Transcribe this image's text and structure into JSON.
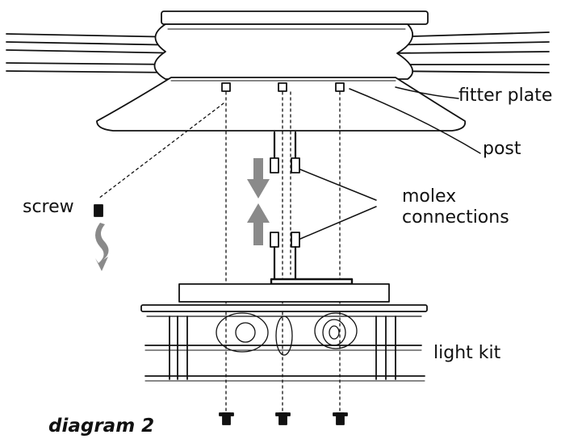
{
  "labels": {
    "fitter_plate": "fitter plate",
    "post": "post",
    "molex_line1": "molex",
    "molex_line2": "connections",
    "screw": "screw",
    "light_kit": "light kit",
    "caption": "diagram 2"
  },
  "colors": {
    "ink": "#111111",
    "arrow_fill": "#8a8a8a",
    "background": "#ffffff"
  },
  "icons": {
    "arrow_down": "arrow-down-icon",
    "arrow_up": "arrow-up-icon",
    "twist_arrow": "twist-arrow-icon"
  }
}
